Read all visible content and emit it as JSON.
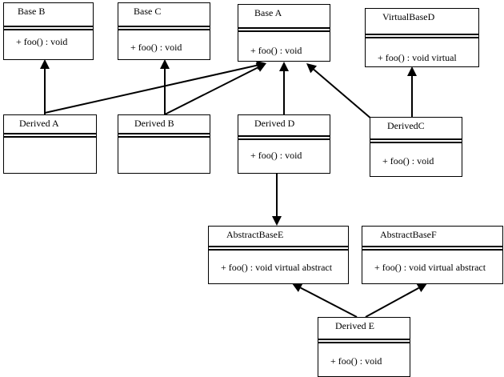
{
  "classes": {
    "base_b": {
      "name": "Base B",
      "methods": [
        "+ foo() : void"
      ]
    },
    "base_c": {
      "name": "Base C",
      "methods": [
        "+ foo() : void"
      ]
    },
    "base_a": {
      "name": "Base A",
      "methods": [
        "+ foo() : void"
      ]
    },
    "virtual_base_d": {
      "name": "VirtualBaseD",
      "methods": [
        "+ foo() : void virtual"
      ]
    },
    "derived_a": {
      "name": "Derived A",
      "methods": []
    },
    "derived_b": {
      "name": "Derived B",
      "methods": []
    },
    "derived_d": {
      "name": "Derived D",
      "methods": [
        "+ foo() : void"
      ]
    },
    "derived_c": {
      "name": "DerivedC",
      "methods": [
        "+ foo() : void"
      ]
    },
    "abstract_base_e": {
      "name": "AbstractBaseE",
      "methods": [
        "+ foo() : void virtual abstract"
      ]
    },
    "abstract_base_f": {
      "name": "AbstractBaseF",
      "methods": [
        "+ foo() : void virtual abstract"
      ]
    },
    "derived_e": {
      "name": "Derived E",
      "methods": [
        "+ foo() : void"
      ]
    }
  },
  "relations": [
    {
      "from": "derived_a",
      "to": "base_b"
    },
    {
      "from": "derived_a",
      "to": "base_a"
    },
    {
      "from": "derived_b",
      "to": "base_c"
    },
    {
      "from": "derived_b",
      "to": "base_a"
    },
    {
      "from": "derived_d",
      "to": "base_a"
    },
    {
      "from": "derived_c",
      "to": "base_a"
    },
    {
      "from": "derived_c",
      "to": "virtual_base_d"
    },
    {
      "from": "derived_d",
      "to": "abstract_base_e"
    },
    {
      "from": "derived_e",
      "to": "abstract_base_e"
    },
    {
      "from": "derived_e",
      "to": "abstract_base_f"
    }
  ]
}
